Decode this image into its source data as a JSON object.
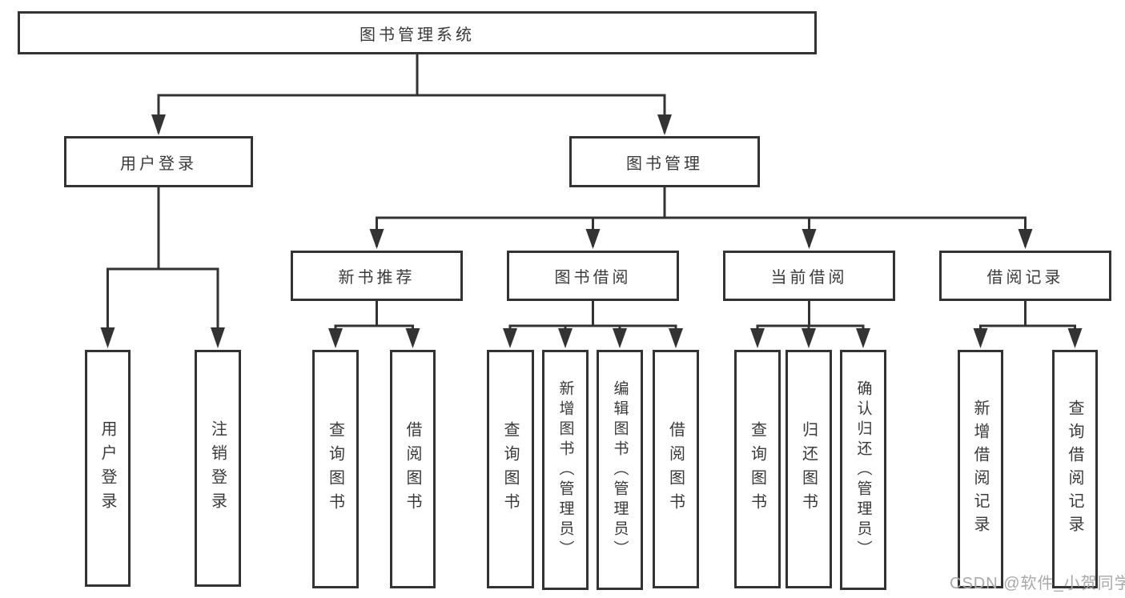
{
  "diagram_type": "functional-structure-tree",
  "colors": {
    "line": "#333333",
    "box_border": "#333333",
    "text": "#3a3a3a",
    "background": "#ffffff",
    "watermark": "#a8a8a8"
  },
  "tree": {
    "label": "图书管理系统",
    "children": [
      {
        "label": "用户登录",
        "children": [
          {
            "label": "用户登录"
          },
          {
            "label": "注销登录"
          }
        ]
      },
      {
        "label": "图书管理",
        "children": [
          {
            "label": "新书推荐",
            "children": [
              {
                "label": "查询图书"
              },
              {
                "label": "借阅图书"
              }
            ]
          },
          {
            "label": "图书借阅",
            "children": [
              {
                "label": "查询图书"
              },
              {
                "label": "新增图书（管理员）"
              },
              {
                "label": "编辑图书（管理员）"
              },
              {
                "label": "借阅图书"
              }
            ]
          },
          {
            "label": "当前借阅",
            "children": [
              {
                "label": "查询图书"
              },
              {
                "label": "归还图书"
              },
              {
                "label": "确认归还（管理员）"
              }
            ]
          },
          {
            "label": "借阅记录",
            "children": [
              {
                "label": "新增借阅记录"
              },
              {
                "label": "查询借阅记录"
              }
            ]
          }
        ]
      }
    ]
  },
  "watermark": {
    "text": "CSDN @软件_小贺同学"
  }
}
